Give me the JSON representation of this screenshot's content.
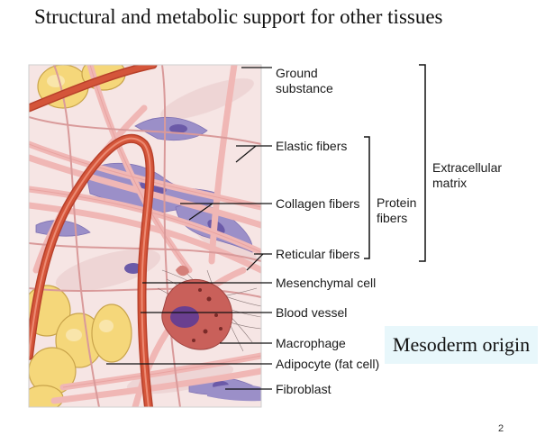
{
  "title": "Structural and metabolic support for other tissues",
  "labels": {
    "ground_substance": [
      "Ground",
      "substance"
    ],
    "elastic_fibers": "Elastic fibers",
    "collagen_fibers": "Collagen fibers",
    "reticular_fibers": "Reticular fibers",
    "mesenchymal_cell": "Mesenchymal cell",
    "blood_vessel": "Blood vessel",
    "macrophage": "Macrophage",
    "adipocyte": "Adipocyte (fat cell)",
    "fibroblast": "Fibroblast"
  },
  "brackets": {
    "protein_fibers": [
      "Protein",
      "fibers"
    ],
    "extracellular_matrix": [
      "Extracellular",
      "matrix"
    ]
  },
  "origin_box": "Mesoderm origin",
  "page_number": "2",
  "colors": {
    "background_tissue": "#f3dede",
    "vessel": "#d4553a",
    "collagen": "#f0b7b5",
    "elastic": "#d99a9a",
    "fibroblast": "#9b8fc8",
    "adipocyte": "#f5d77a",
    "macrophage": "#b0524a",
    "origin_box_bg": "#e8f7fb"
  }
}
